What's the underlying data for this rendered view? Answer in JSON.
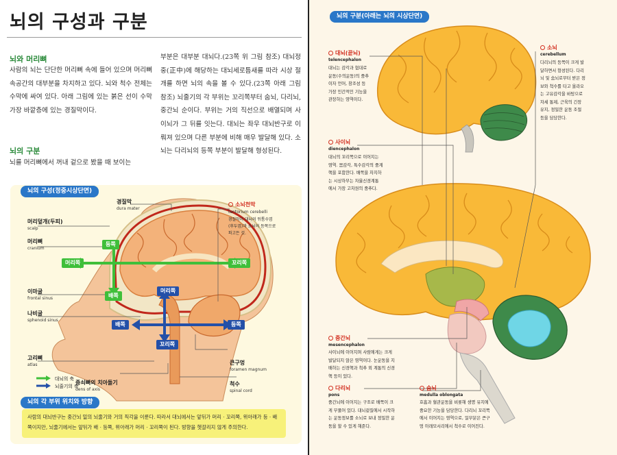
{
  "left": {
    "title": "뇌의 구성과 구분",
    "sec1_head": "뇌와 머리뼈",
    "sec1_body": "사람의 뇌는 단단한 머리뼈 속에 들어 있으며 머리뼈 속공간의 대부분을 차지하고 있다. 뇌와 척수 전체는 수막에 싸여 있다. 아래 그림에 있는 붉은 선이 수막 가장 바깥층에 있는 경질막이다.",
    "sec2_head": "뇌의 구분",
    "sec2_body": "뇌를 머리뼈에서 꺼내 겉으로 봤을 때 보이는",
    "col2_body": "부분은 대부분 대뇌다.(23쪽 위 그림 참조) 대뇌정중(正中)에 해당하는 대뇌세로틈새를 따라 시상 절개를 하면 뇌의 속을 볼 수 있다.(23쪽 아래 그림 참조) 뇌줄기의 각 부위는 꼬리쪽부터 숨뇌, 다리뇌, 중간뇌 순이다. 부위는 거의 직선으로 배열되며 사이뇌가 그 뒤를 잇는다. 대뇌는 좌우 대뇌반구로 이뤄져 있으며 다른 부분에 비해 매우 발달해 있다. 소뇌는 다리뇌의 등쪽 부분이 발달해 형성된다.",
    "fig_tab": "뇌의 구성(정중시상단면)",
    "labels": {
      "dura_ko": "경질막",
      "dura_en": "dura mater",
      "scalp_ko": "머리덮개(두피)",
      "scalp_en": "scalp",
      "cranium_ko": "머리뼈",
      "cranium_en": "cranium",
      "frontal_ko": "이마굴",
      "frontal_en": "frontal sinus",
      "sphenoid_ko": "나비굴",
      "sphenoid_en": "sphenoid sinus",
      "atlas_ko": "고리뼈",
      "atlas_en": "atlas",
      "dens_ko": "중쇠뼈의 치아돌기",
      "dens_en": "dens of axis",
      "foramen_ko": "큰구멍",
      "foramen_en": "foramen magnum",
      "spinal_ko": "척수",
      "spinal_en": "spinal cord",
      "tentorium_ko": "소뇌천막",
      "tentorium_en": "tentorium cerebelli",
      "tentorium_desc": "경질막이 대뇌의 뒤통수엽\n(후두엽)과 소뇌의 등쪽으로\n파고든 것."
    },
    "axes": {
      "dorsal": "등쪽",
      "ventral": "배쪽",
      "rostral": "머리쪽",
      "caudal": "꼬리쪽",
      "rostral2": "머리쪽",
      "caudal2": "꼬리쪽",
      "ventral2": "배쪽",
      "dorsal2": "등쪽"
    },
    "legend": {
      "cerebral_axis": "대뇌의 축",
      "brainstem_axis": "뇌줄기의 축"
    },
    "note_tab": "뇌의 각 부위 위치와 방향",
    "note_text": "사람의 대뇌반구는 중간뇌 밑의 뇌줄기와 거의 직각을 이룬다. 따라서 대뇌에서는 앞뒤가 머리 · 꼬리쪽, 위아래가 등 · 배쪽이지만, 뇌줄기에서는 앞뒤가 배 · 등쪽, 위아래가 머리 · 꼬리쪽이 된다. 방향을 헷갈리지 않게 주의한다."
  },
  "right": {
    "tab": "뇌의 구분(아래는 뇌의 시상단면)",
    "telencephalon": {
      "ko": "대뇌(끝뇌)",
      "en": "telencephalon",
      "desc": "대뇌는 감각과 협대로\n운동(수의운동)의 중추\n이자 언어, 창조성 등\n가장 인간적인 기능을\n관장하는 영역이다."
    },
    "cerebellum": {
      "ko": "소뇌",
      "en": "cerebellum",
      "desc": "다리뇌의 등쪽이 크게 발\n달하면서 형성된다. 다리\n뇌 및 숨뇌로부터 받은 정\n보와 척수를 타고 올라오\n는 고유감각을 바탕으로\n자세 통제, 근육의 긴장\n유지, 정밀한 운동 조절\n등을 담당한다."
    },
    "diencephalon": {
      "ko": "사이뇌",
      "en": "diencephalon",
      "desc": "대뇌의 꼬리쪽으로 이어지는\n영역. 몸감각, 특수감각의 중계\n핵을 포함한다. 배쪽을 차지하\n는 시상하부는 자율신경계통\n에서 가장 고차원의 중추다."
    },
    "mesencephalon": {
      "ko": "중간뇌",
      "en": "mesencephalon",
      "desc": "사이뇌에 이어지며 사람에게는 크게\n발달되지 않은 영역이다. 눈운동을 지\n배하는 신경핵과 척추 외 계통의 신경\n핵 등이 있다."
    },
    "pons": {
      "ko": "다리뇌",
      "en": "pons",
      "desc": "중간뇌에 이어지는 구조로 배쪽이 크\n게 부풀어 있다. 대뇌겉질에서 시작하\n는 운동정보를 소뇌로 보내 정밀한 운\n동을 할 수 있게 해준다."
    },
    "medulla": {
      "ko": "숨뇌",
      "en": "medulla oblongata",
      "desc": "호흡과 혈관운동을 비롯해 생명 유지에\n중요한 기능을 담당한다. 다리뇌 꼬리쪽\n에서 이어지는 영역으로, 일부분은 큰구\n멍 아래모서리에서 척수로 이어진다."
    }
  },
  "colors": {
    "accent_blue": "#2a77c8",
    "accent_green": "#2a8a3a",
    "label_red": "#d22d1e",
    "arrow_green": "#3fbf3a",
    "arrow_blue": "#2450a8"
  }
}
